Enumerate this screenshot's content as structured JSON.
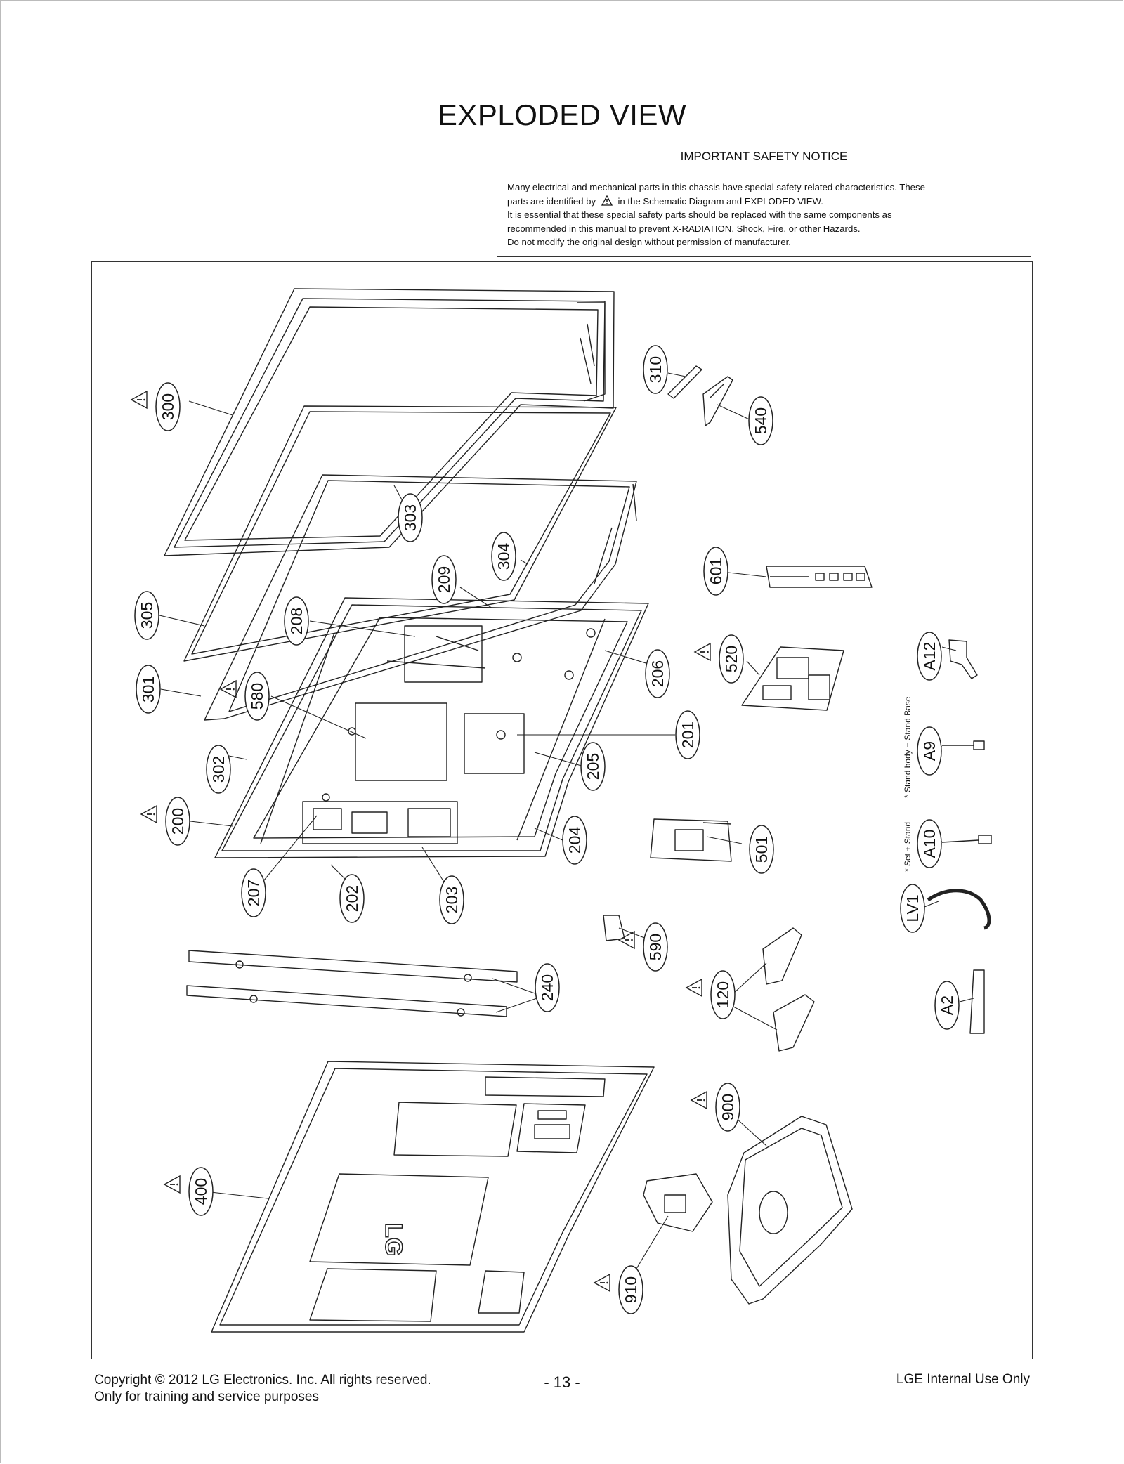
{
  "page": {
    "title": "EXPLODED VIEW"
  },
  "notice": {
    "heading": "IMPORTANT SAFETY NOTICE",
    "line1": "Many electrical and mechanical parts in this chassis have special safety-related characteristics. These",
    "line2_pre": "parts are identified by",
    "line2_post": "in the Schematic Diagram and EXPLODED VIEW.",
    "line3": "It is essential that these special safety parts should be replaced with the same components as",
    "line4": "recommended in this manual to prevent X-RADIATION, Shock, Fire, or other Hazards.",
    "line5": "Do not modify the original design without permission of manufacturer."
  },
  "callouts": [
    {
      "label": "300",
      "warning": true
    },
    {
      "label": "310",
      "warning": false
    },
    {
      "label": "540",
      "warning": false
    },
    {
      "label": "303",
      "warning": false
    },
    {
      "label": "304",
      "warning": false
    },
    {
      "label": "209",
      "warning": false
    },
    {
      "label": "601",
      "warning": false
    },
    {
      "label": "305",
      "warning": false
    },
    {
      "label": "208",
      "warning": false
    },
    {
      "label": "520",
      "warning": true
    },
    {
      "label": "A12",
      "warning": false
    },
    {
      "label": "301",
      "warning": false
    },
    {
      "label": "580",
      "warning": true
    },
    {
      "label": "206",
      "warning": false
    },
    {
      "label": "201",
      "warning": false
    },
    {
      "label": "A9",
      "warning": false
    },
    {
      "label": "302",
      "warning": false
    },
    {
      "label": "205",
      "warning": false
    },
    {
      "label": "200",
      "warning": true
    },
    {
      "label": "204",
      "warning": false
    },
    {
      "label": "501",
      "warning": false
    },
    {
      "label": "A10",
      "warning": false
    },
    {
      "label": "207",
      "warning": false
    },
    {
      "label": "202",
      "warning": false
    },
    {
      "label": "203",
      "warning": false
    },
    {
      "label": "LV1",
      "warning": false
    },
    {
      "label": "590",
      "warning": true
    },
    {
      "label": "240",
      "warning": false
    },
    {
      "label": "120",
      "warning": true
    },
    {
      "label": "A2",
      "warning": false
    },
    {
      "label": "900",
      "warning": true
    },
    {
      "label": "400",
      "warning": true
    },
    {
      "label": "910",
      "warning": true
    }
  ],
  "side_notes": {
    "stand_body": "* Stand body + Stand Base",
    "set_stand": "* Set + Stand"
  },
  "logo_text": "LG",
  "footer": {
    "copyright_line1": "Copyright  © 2012  LG Electronics. Inc. All rights reserved.",
    "copyright_line2": "Only for training and service purposes",
    "page_number": "- 13 -",
    "internal": "LGE Internal Use Only"
  }
}
